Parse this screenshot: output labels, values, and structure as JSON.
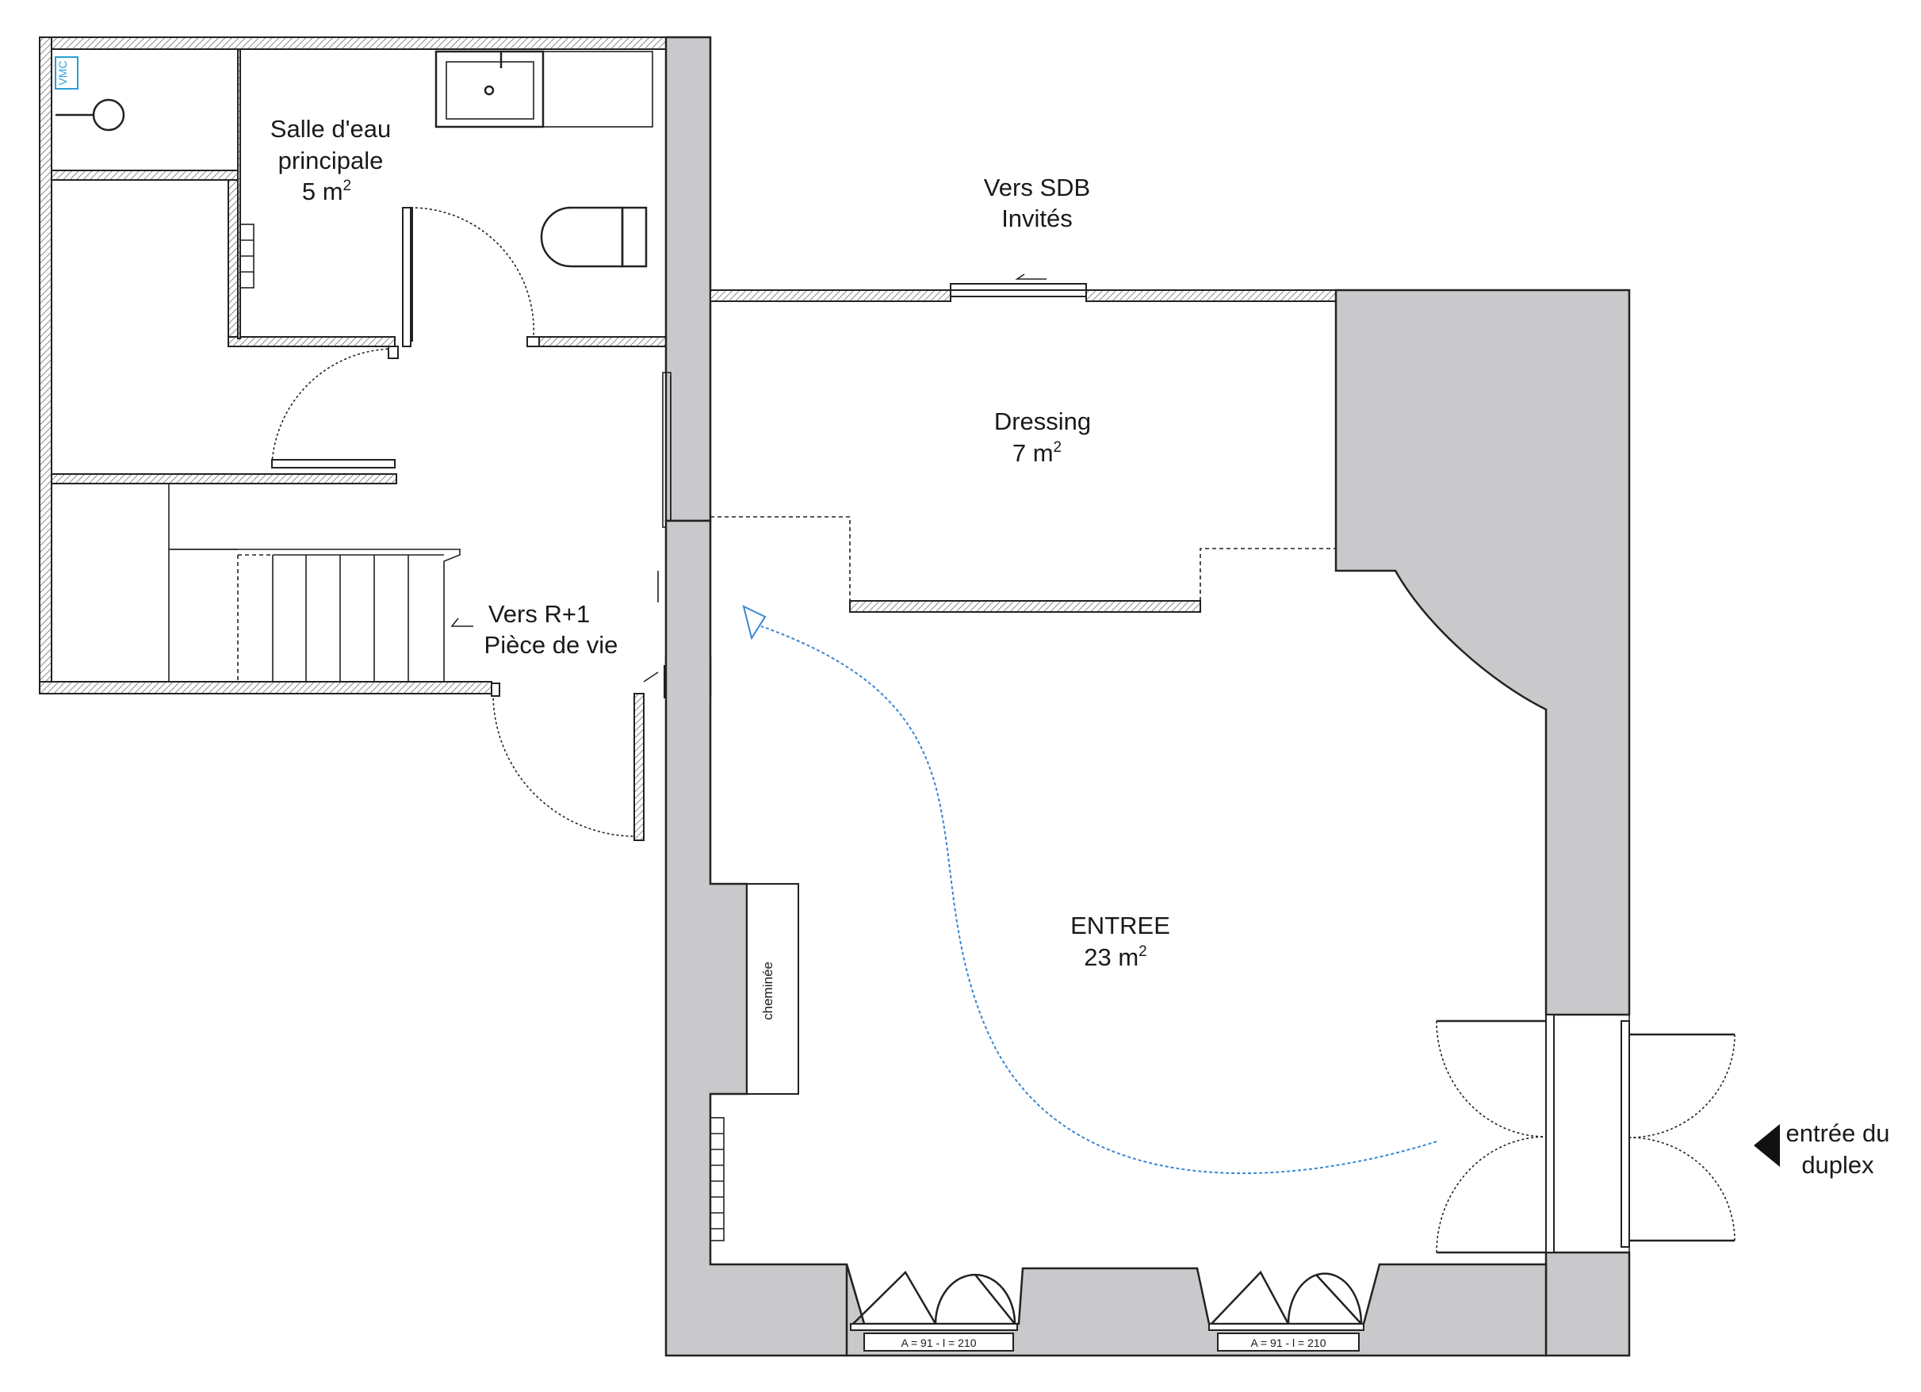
{
  "rooms": {
    "salle_deau": {
      "name_line1": "Salle d'eau",
      "name_line2": "principale",
      "area": "5 m",
      "area_exp": "2"
    },
    "dressing": {
      "name": "Dressing",
      "area": "7 m",
      "area_exp": "2"
    },
    "entree": {
      "name": "ENTREE",
      "area": "23 m",
      "area_exp": "2"
    }
  },
  "labels": {
    "vers_sdb_line1": "Vers SDB",
    "vers_sdb_line2": "Invités",
    "vers_r1_line1": "Vers R+1",
    "vers_r1_line2": "Pièce de vie",
    "entree_duplex_line1": "entrée du",
    "entree_duplex_line2": "duplex",
    "cheminee": "cheminée",
    "vmc": "VMC",
    "window_left": "A = 91 - l = 210",
    "window_right": "A = 91 - l = 210"
  },
  "colors": {
    "wall_fill": "#c9c9cb",
    "path_arrow": "#3a86d4",
    "vmc": "#2a9fd6",
    "line": "#222222"
  }
}
